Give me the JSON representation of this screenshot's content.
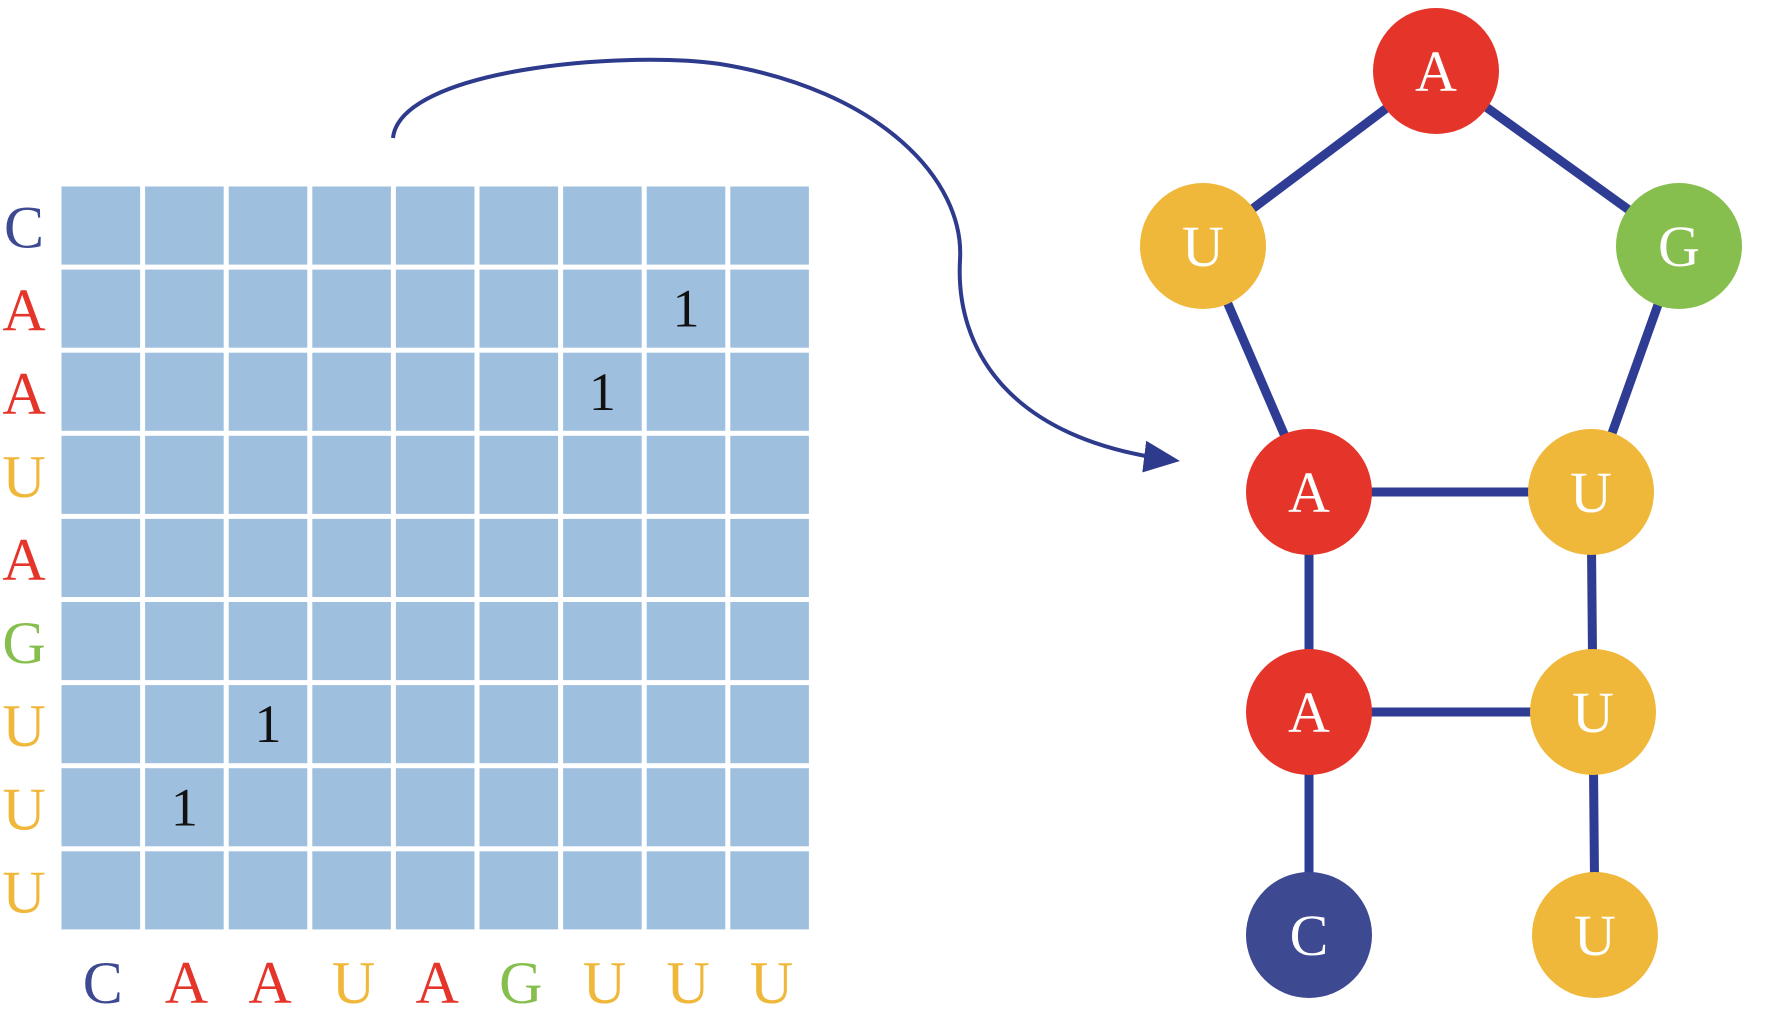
{
  "colors": {
    "A": "#e5352b",
    "U": "#f0b83a",
    "G": "#86bf4e",
    "C": "#3d4991",
    "cell": "#9ebfde",
    "edge": "#2e3c94",
    "arrow": "#2e3a8c"
  },
  "matrix": {
    "row_labels": [
      "C",
      "A",
      "A",
      "U",
      "A",
      "G",
      "U",
      "U",
      "U"
    ],
    "col_labels": [
      "C",
      "A",
      "A",
      "U",
      "A",
      "G",
      "U",
      "U",
      "U"
    ],
    "ones": [
      [
        1,
        7
      ],
      [
        2,
        6
      ],
      [
        6,
        2
      ],
      [
        7,
        1
      ]
    ],
    "one_label": "1"
  },
  "structure": {
    "nodes": [
      {
        "id": "top",
        "base": "A"
      },
      {
        "id": "loop-left",
        "base": "U"
      },
      {
        "id": "loop-right",
        "base": "G"
      },
      {
        "id": "stem1-left",
        "base": "A"
      },
      {
        "id": "stem1-right",
        "base": "U"
      },
      {
        "id": "stem2-left",
        "base": "A"
      },
      {
        "id": "stem2-right",
        "base": "U"
      },
      {
        "id": "tail-left",
        "base": "C"
      },
      {
        "id": "tail-right",
        "base": "U"
      }
    ],
    "edges": [
      [
        "top",
        "loop-left"
      ],
      [
        "top",
        "loop-right"
      ],
      [
        "loop-left",
        "stem1-left"
      ],
      [
        "loop-right",
        "stem1-right"
      ],
      [
        "stem1-left",
        "stem1-right"
      ],
      [
        "stem1-left",
        "stem2-left"
      ],
      [
        "stem1-right",
        "stem2-right"
      ],
      [
        "stem2-left",
        "stem2-right"
      ],
      [
        "stem2-left",
        "tail-left"
      ],
      [
        "stem2-right",
        "tail-right"
      ]
    ]
  }
}
